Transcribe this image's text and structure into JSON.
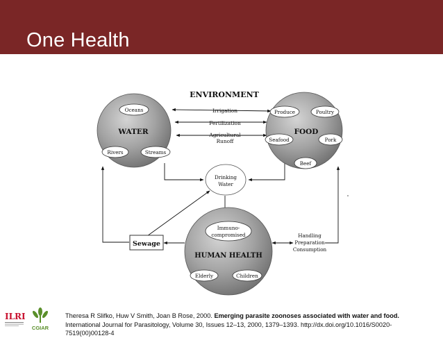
{
  "slide": {
    "title": "One Health"
  },
  "diagram": {
    "environment_label": "ENVIRONMENT",
    "water": {
      "label": "WATER",
      "items": [
        "Oceans",
        "Rivers",
        "Streams"
      ]
    },
    "food": {
      "label": "FOOD",
      "items": [
        "Produce",
        "Poultry",
        "Seafood",
        "Pork",
        "Beef"
      ]
    },
    "human": {
      "label": "HUMAN HEALTH",
      "items": [
        "Immuno-",
        "compromised",
        "Elderly",
        "Children"
      ]
    },
    "links": [
      "Irrigation",
      "Fertilization",
      "Agricultural",
      "Runoff"
    ],
    "drinking_water": [
      "Drinking",
      "Water"
    ],
    "sewage": "Sewage",
    "handling": [
      "Handling",
      "Preparation",
      "Consumption"
    ]
  },
  "citation": {
    "authors": "Theresa R Slifko,  Huw V Smith,  Joan B Rose, 2000. ",
    "title": "Emerging parasite zoonoses associated with water and food.",
    "rest": " International Journal for Parasitology, Volume 30, Issues 12–13, 2000, 1379–1393. http://dx.doi.org/10.1016/S0020-7519(00)00128-4"
  },
  "logos": {
    "ilri": "ILRI",
    "cgiar": "CGIAR"
  },
  "colors": {
    "title_bar": "#7a2626",
    "ilri_red": "#c8102e",
    "cgiar_green": "#5a8f2a"
  }
}
